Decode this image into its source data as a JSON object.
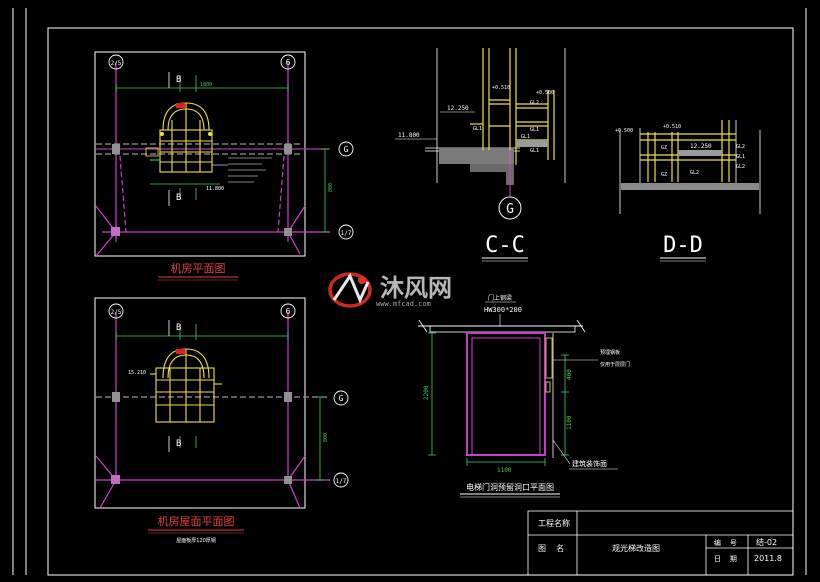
{
  "colors": {
    "background": "#000000",
    "frame": "#ffffff",
    "axis_magenta": "#d040d0",
    "steel_yellow": "#f0e040",
    "dimension_green": "#40d060",
    "dim_cyan": "#30c0c0",
    "watermark_red": "#e03020"
  },
  "plan_top": {
    "title": "机房平面图",
    "axis_left": "2/5",
    "axis_right": "6",
    "axis_g": "G",
    "axis_bottom": "1/7",
    "label_b_top": "B",
    "label_b_bottom": "B",
    "dim_11800": "11.800"
  },
  "plan_roof": {
    "title": "机房屋面平面图",
    "subtitle": "屋面板厚120厚钢",
    "axis_left": "2/5",
    "axis_right": "6",
    "axis_g": "G",
    "axis_bottom": "1/7",
    "label_b_top": "B",
    "label_b_bottom": "B",
    "dim_15210": "15.210"
  },
  "section_cc": {
    "title": "C-C",
    "axis_g": "G",
    "elev_12250": "12.250",
    "elev_11800": "11.800",
    "elev_0510": "+0.510",
    "elev_0500": "+0.500",
    "tags": [
      "GL2",
      "GL1",
      "GL1",
      "GL1",
      "GL1"
    ]
  },
  "section_dd": {
    "title": "D-D",
    "elev_0500": "+0.500",
    "elev_0510": "+0.510",
    "elev_12250": "12.250",
    "tags": [
      "GL2",
      "GL1",
      "GL2",
      "GZ",
      "GL2",
      "GZ"
    ]
  },
  "door_elev": {
    "title": "电梯门洞预留洞口平面图",
    "beam_label": "门上钢梁",
    "beam_size": "HW300*200",
    "dim_width": "1100",
    "dim_height": "2200",
    "dim_side_400": "400",
    "dim_side_1100": "1100",
    "note_right_1": "预埋钢板",
    "note_right_2": "仅用于层层门",
    "note_finish": "建筑装饰面"
  },
  "watermark": {
    "brand": "沐风网",
    "url": "www.mfcad.com"
  },
  "title_block": {
    "project_label": "工程名称",
    "project_value": "",
    "drawing_label": "图    名",
    "drawing_name": "观光梯改造图",
    "number_label": "编    号",
    "number_value": "结-02",
    "date_label": "日    期",
    "date_value": "2011.8"
  }
}
